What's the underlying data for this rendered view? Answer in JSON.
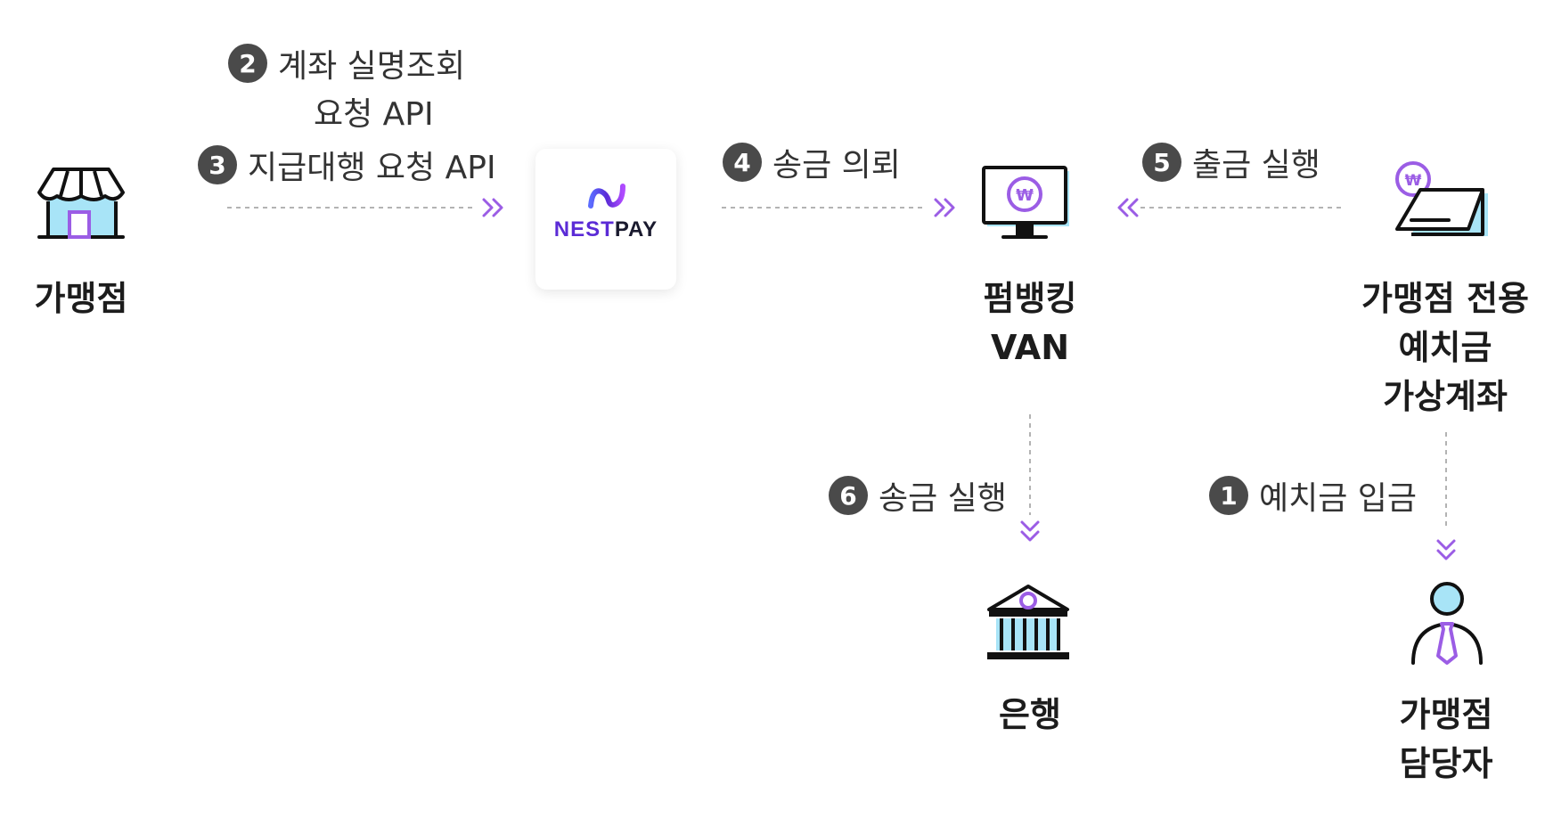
{
  "colors": {
    "accent_purple": "#9b5de5",
    "icon_fill_blue": "#a8e4f7",
    "line_gray": "#9a9a9a",
    "badge_dark": "#4a4a4a",
    "nestpay_purple": "#5b2bd6",
    "nestpay_dark": "#1a1a2e"
  },
  "nodes": {
    "store": {
      "icon": "storefront-icon",
      "label": "가맹점"
    },
    "nestpay": {
      "icon": "nestpay-logo-icon",
      "logo_left": "NEST",
      "logo_right": "PAY"
    },
    "van": {
      "icon": "monitor-won-icon",
      "label_line1": "펌뱅킹",
      "label_line2": "VAN"
    },
    "virtual_account": {
      "icon": "won-card-icon",
      "label_line1": "가맹점 전용",
      "label_line2": "예치금",
      "label_line3": "가상계좌"
    },
    "bank": {
      "icon": "bank-building-icon",
      "label": "은행"
    },
    "manager": {
      "icon": "person-tie-icon",
      "label_line1": "가맹점",
      "label_line2": "담당자"
    }
  },
  "steps": {
    "s1": {
      "num": "1",
      "text": "예치금 입금"
    },
    "s2": {
      "num": "2",
      "text": "계좌 실명조회",
      "text2": "요청 API"
    },
    "s3": {
      "num": "3",
      "text": "지급대행 요청 API"
    },
    "s4": {
      "num": "4",
      "text": "송금 의뢰"
    },
    "s5": {
      "num": "5",
      "text": "출금 실행"
    },
    "s6": {
      "num": "6",
      "text": "송금 실행"
    }
  }
}
